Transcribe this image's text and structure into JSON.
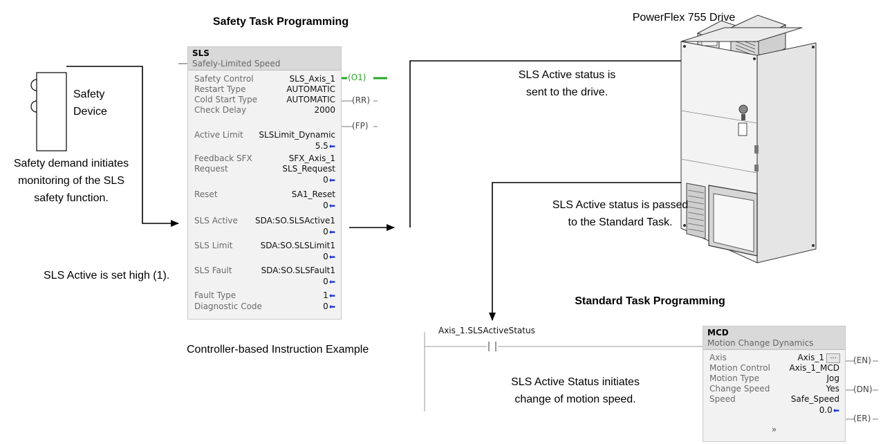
{
  "headings": {
    "safety": "Safety Task Programming",
    "drive": "PowerFlex 755 Drive",
    "standard": "Standard Task Programming"
  },
  "device": {
    "label_line1": "Safety",
    "label_line2": "Device",
    "demand_line1": "Safety demand initiates",
    "demand_line2": "monitoring of the SLS",
    "demand_line3": "safety function."
  },
  "captions": {
    "sls_high": "SLS Active is set high (1).",
    "controller_example": "Controller-based Instruction Example",
    "sent_line1": "SLS Active status is",
    "sent_line2": "sent to the drive.",
    "passed_line1": "SLS Active status is passed",
    "passed_line2": "to the Standard Task.",
    "initiates_line1": "SLS Active Status initiates",
    "initiates_line2": "change of motion speed."
  },
  "sls_block": {
    "name": "SLS",
    "desc": "Safely-Limited Speed",
    "rows": [
      {
        "label": "Safety Control",
        "value": "SLS_Axis_1"
      },
      {
        "label": "Restart Type",
        "value": "AUTOMATIC"
      },
      {
        "label": "Cold Start Type",
        "value": "AUTOMATIC"
      },
      {
        "label": "Check Delay",
        "value": "2000"
      },
      {
        "label": "Active Limit",
        "value": "SLSLimit_Dynamic"
      },
      {
        "label": "Feedback SFX",
        "value": "SFX_Axis_1"
      },
      {
        "label": "Request",
        "value": "SLS_Request"
      },
      {
        "label": "Reset",
        "value": "SA1_Reset"
      },
      {
        "label": "SLS Active",
        "value": "SDA:SO.SLSActive1"
      },
      {
        "label": "SLS Limit",
        "value": "SDA:SO.SLSLimit1"
      },
      {
        "label": "SLS Fault",
        "value": "SDA:SO.SLSFault1"
      },
      {
        "label": "Fault Type",
        "value": "1"
      },
      {
        "label": "Diagnostic Code",
        "value": "0"
      }
    ],
    "nums": [
      "5.5",
      "0",
      "0",
      "0",
      "0",
      "0"
    ],
    "pins": [
      "O1",
      "RR",
      "FP"
    ]
  },
  "rung": {
    "contact_tag": "Axis_1.SLSActiveStatus"
  },
  "mcd_block": {
    "name": "MCD",
    "desc": "Motion Change Dynamics",
    "rows": [
      {
        "label": "Axis",
        "value": "Axis_1"
      },
      {
        "label": "Motion Control",
        "value": "Axis_1_MCD"
      },
      {
        "label": "Motion Type",
        "value": "Jog"
      },
      {
        "label": "Change Speed",
        "value": "Yes"
      },
      {
        "label": "Speed",
        "value": "Safe_Speed"
      }
    ],
    "speed_value": "0.0",
    "browse": "...",
    "pins": [
      "EN",
      "DN",
      "ER"
    ]
  },
  "colors": {
    "value_arrow": "#1f3bd6",
    "active_pin": "#2aa52a",
    "block_fill": "#f2f2f2",
    "block_header": "#d9d9d9"
  },
  "icons": {
    "value_arrow": "left-arrow-icon",
    "expand": "double-chevron-down-icon"
  }
}
